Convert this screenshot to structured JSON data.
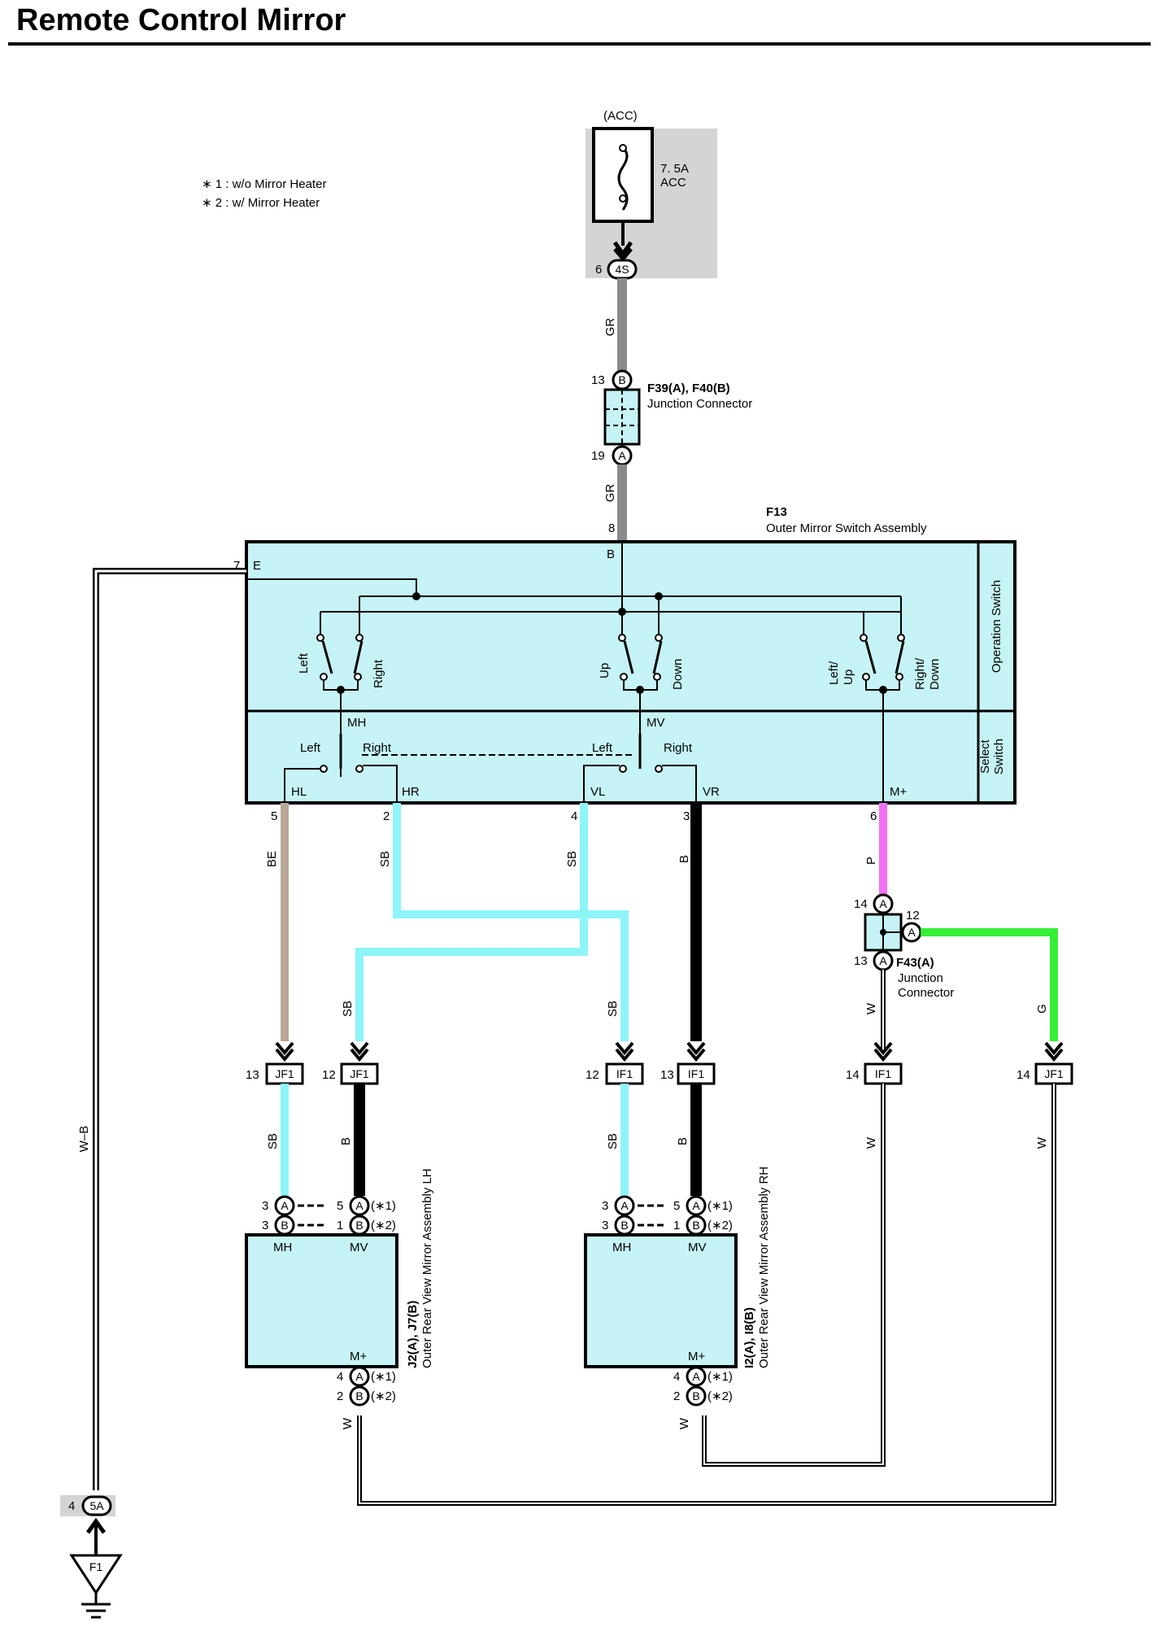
{
  "title": "Remote Control Mirror",
  "notes": [
    "∗ 1 : w/o Mirror Heater",
    "∗ 2 : w/ Mirror Heater"
  ],
  "fuse": {
    "supply": "(ACC)",
    "rating": "7. 5A",
    "name": "ACC",
    "pin": "6",
    "connector": "4S"
  },
  "junction_f39": {
    "title": "F39(A), F40(B)",
    "subtitle": "Junction Connector",
    "pin_top": "13",
    "tag_top": "B",
    "pin_bottom": "19",
    "tag_bottom": "A"
  },
  "switch_assembly": {
    "id": "F13",
    "name": "Outer Mirror Switch Assembly",
    "operation_label": "Operation Switch",
    "select_label": "Select Switch",
    "terminal_b": "B",
    "pin_b": "8",
    "terminal_e": "E",
    "pin_e": "7",
    "switch_labels": [
      "Left",
      "Right",
      "Up",
      "Down",
      "Left/",
      "Up",
      "Right/",
      "Down"
    ],
    "mh": "MH",
    "mv": "MV",
    "sel_left_1": "Left",
    "sel_right_1": "Right",
    "sel_left_2": "Left",
    "sel_right_2": "Right",
    "terminals": [
      {
        "pin": "5",
        "name": "HL"
      },
      {
        "pin": "2",
        "name": "HR"
      },
      {
        "pin": "4",
        "name": "VL"
      },
      {
        "pin": "3",
        "name": "VR"
      },
      {
        "pin": "6",
        "name": "M+"
      }
    ]
  },
  "wires": {
    "gr1": "GR",
    "gr2": "GR",
    "be": "BE",
    "sb1": "SB",
    "sb2": "SB",
    "b1": "B",
    "p": "P",
    "sb3": "SB",
    "sb4": "SB",
    "w1": "W",
    "g": "G",
    "wb": "W–B",
    "sb5": "SB",
    "b2": "B",
    "sb6": "SB",
    "b3": "B",
    "w2": "W",
    "w3": "W",
    "w4": "W",
    "w5": "W"
  },
  "junction_f43": {
    "title": "F43(A)",
    "subtitle_1": "Junction",
    "subtitle_2": "Connector",
    "pin_14": "14",
    "pin_12": "12",
    "pin_13": "13",
    "tag": "A"
  },
  "connectors": [
    {
      "pin": "13",
      "name": "JF1"
    },
    {
      "pin": "12",
      "name": "JF1"
    },
    {
      "pin": "12",
      "name": "IF1"
    },
    {
      "pin": "13",
      "name": "IF1"
    },
    {
      "pin": "14",
      "name": "IF1"
    },
    {
      "pin": "14",
      "name": "JF1"
    }
  ],
  "mirror_lh": {
    "ids": "J2(A), J7(B)",
    "name": "Outer Rear View Mirror Assembly LH",
    "mh": "MH",
    "mv": "MV",
    "mplus": "M+",
    "pins": [
      "3",
      "3",
      "5",
      "1",
      "4",
      "2"
    ],
    "tags": [
      "A",
      "B",
      "A",
      "B",
      "A",
      "B"
    ],
    "notes": [
      "(∗1)",
      "(∗2)",
      "(∗1)",
      "(∗2)"
    ]
  },
  "mirror_rh": {
    "ids": "I2(A), I8(B)",
    "name": "Outer Rear View Mirror Assembly RH",
    "mh": "MH",
    "mv": "MV",
    "mplus": "M+",
    "pins": [
      "3",
      "3",
      "5",
      "1",
      "4",
      "2"
    ],
    "tags": [
      "A",
      "B",
      "A",
      "B",
      "A",
      "B"
    ],
    "notes": [
      "(∗1)",
      "(∗2)",
      "(∗1)",
      "(∗2)"
    ]
  },
  "ground": {
    "pin": "4",
    "connector": "5A",
    "name": "F1"
  },
  "colors": {
    "component_fill": "#c6f4f6",
    "gray_box": "#d4d4d4",
    "wire_gr": "#8a8a8a",
    "wire_be": "#b8a898",
    "wire_sb": "#8df4f8",
    "wire_b": "#000000",
    "wire_p": "#f270f2",
    "wire_g": "#36ee36"
  }
}
